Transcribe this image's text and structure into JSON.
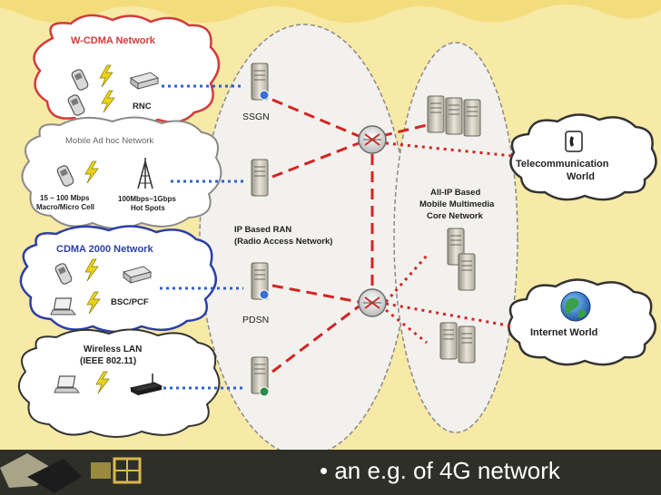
{
  "colors": {
    "background": "#f7e9a6",
    "red_link": "#d42424",
    "blue_link": "#2f5fd0",
    "wcdma_border": "#d43a3a",
    "cdma_border": "#2c3fa8",
    "grey_border": "#8a8a8a",
    "dark_border": "#333333",
    "footer": "#2f2f2a"
  },
  "access_networks": {
    "wcdma": {
      "title": "W-CDMA Network",
      "node": "RNC"
    },
    "adhoc": {
      "title": "Mobile Ad hoc Network",
      "speed_macro_line1": "15 ~ 100 Mbps",
      "speed_macro_line2": "Macro/Micro Cell",
      "speed_hotspot_line1": "100Mbps~1Gbps",
      "speed_hotspot_line2": "Hot Spots"
    },
    "cdma2000": {
      "title": "CDMA 2000 Network",
      "node": "BSC/PCF"
    },
    "wlan": {
      "title_line1": "Wireless LAN",
      "title_line2": "(IEEE 802.11)"
    }
  },
  "ran": {
    "sgsn_label": "SSGN",
    "pdsn_label": "PDSN",
    "title_line1": "IP Based RAN",
    "title_line2": "(Radio Access Network)"
  },
  "core": {
    "title_line1": "All-IP Based",
    "title_line2": "Mobile Multimedia",
    "title_line3": "Core Network"
  },
  "worlds": {
    "telecom_line1": "Telecommunication",
    "telecom_line2": "World",
    "internet": "Internet World"
  },
  "icons": [
    "mobile-phone-icon",
    "lightning-icon",
    "router-device-icon",
    "pda-icon",
    "antenna-tower-icon",
    "laptop-icon",
    "wifi-router-icon",
    "server-icon",
    "router-hub-icon",
    "telephone-icon",
    "globe-icon"
  ],
  "footer": {
    "caption": "• an e.g. of 4G network"
  }
}
